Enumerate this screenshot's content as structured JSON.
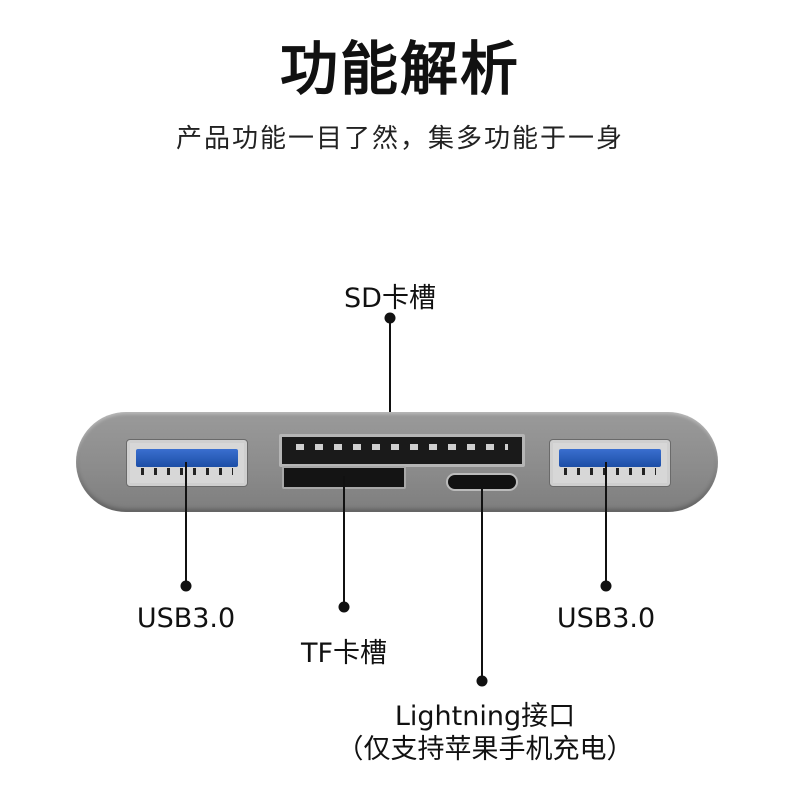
{
  "title": "功能解析",
  "subtitle": "产品功能一目了然，集多功能于一身",
  "callouts": {
    "sd": "SD卡槽",
    "usb_left": "USB3.0",
    "tf": "TF卡槽",
    "usb_right": "USB3.0",
    "lightning_line1": "Lightning接口",
    "lightning_line2": "（仅支持苹果手机充电）"
  },
  "colors": {
    "usb_tongue": "#2a5fc0",
    "hub_body": "#8c8c8c"
  }
}
